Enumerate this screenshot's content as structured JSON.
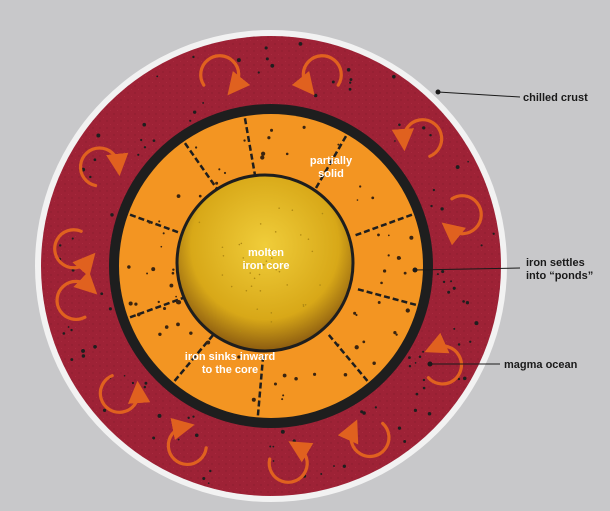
{
  "labels": {
    "chilled_crust": "chilled crust",
    "iron_settles_line1": "iron settles",
    "iron_settles_line2": "into “ponds”",
    "magma_ocean": "magma ocean",
    "partially_solid_line1": "partially",
    "partially_solid_line2": "solid",
    "molten_core_line1": "molten",
    "molten_core_line2": "iron core",
    "iron_sinks_line1": "iron sinks inward",
    "iron_sinks_line2": "to the core"
  },
  "colors": {
    "background": "#c8c8ca",
    "crust": "#f2f2f2",
    "magma": "#9e2236",
    "mantle": "#f39522",
    "core": "#e3b81d",
    "iron": "#1e1e1e",
    "arrow": "#e0611f"
  },
  "icons": {
    "convection": "circular-arrow-icon"
  }
}
